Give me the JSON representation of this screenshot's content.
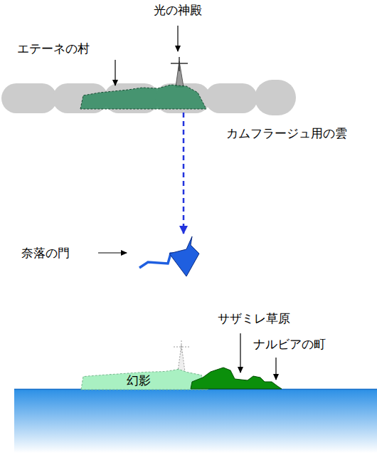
{
  "diagram": {
    "nodes": [
      {
        "text": [
          "幻影"
        ]
      }
    ],
    "labels": [
      "光の神殿",
      "エテーネの村",
      "カムフラージュ用の雲",
      "奈落の門",
      "サザミレ草原",
      "ナルビアの町"
    ]
  }
}
